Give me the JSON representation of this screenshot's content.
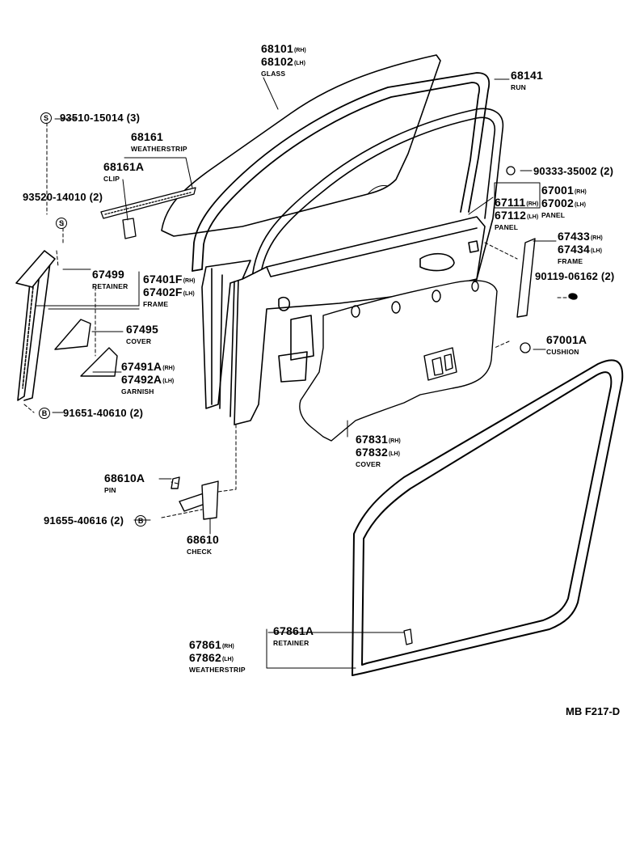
{
  "parts": {
    "glass": {
      "rh": "68101",
      "lh": "68102",
      "rh_sfx": "(RH)",
      "lh_sfx": "(LH)",
      "name": "GLASS"
    },
    "run": {
      "num": "68141",
      "name": "RUN"
    },
    "bolt_93510": {
      "sym": "S",
      "text": "93510-15014 (3)"
    },
    "weatherstrip_68161": {
      "num": "68161",
      "name": "WEATHERSTRIP"
    },
    "clip_68161a": {
      "num": "68161A",
      "name": "CLIP"
    },
    "bolt_93520": {
      "text": "93520-14010 (2)",
      "sym": "S"
    },
    "plug_90333": {
      "text": "90333-35002 (2)"
    },
    "panel_67001": {
      "rh": "67001",
      "lh": "67002",
      "rh_sfx": "(RH)",
      "lh_sfx": "(LH)",
      "name": "PANEL"
    },
    "panel_67111": {
      "rh": "67111",
      "lh": "67112",
      "rh_sfx": "(RH)",
      "lh_sfx": "(LH)",
      "name": "PANEL"
    },
    "frame_67433": {
      "rh": "67433",
      "lh": "67434",
      "rh_sfx": "(RH)",
      "lh_sfx": "(LH)",
      "name": "FRAME"
    },
    "retainer_67499": {
      "num": "67499",
      "name": "RETAINER"
    },
    "frame_67401f": {
      "rh": "67401F",
      "lh": "67402F",
      "rh_sfx": "(RH)",
      "lh_sfx": "(LH)",
      "name": "FRAME"
    },
    "bolt_90119": {
      "text": "90119-06162 (2)"
    },
    "cover_67495": {
      "num": "67495",
      "name": "COVER"
    },
    "cushion_67001a": {
      "num": "67001A",
      "name": "CUSHION"
    },
    "garnish_67491a": {
      "rh": "67491A",
      "lh": "67492A",
      "rh_sfx": "(RH)",
      "lh_sfx": "(LH)",
      "name": "GARNISH"
    },
    "bolt_91651": {
      "sym": "B",
      "text": "91651-40610 (2)"
    },
    "cover_67831": {
      "rh": "67831",
      "lh": "67832",
      "rh_sfx": "(RH)",
      "lh_sfx": "(LH)",
      "name": "COVER"
    },
    "pin_68610a": {
      "num": "68610A",
      "name": "PIN"
    },
    "bolt_91655": {
      "text": "91655-40616 (2)",
      "sym": "B"
    },
    "check_68610": {
      "num": "68610",
      "name": "CHECK"
    },
    "retainer_67861a": {
      "num": "67861A",
      "name": "RETAINER"
    },
    "weatherstrip_67861": {
      "rh": "67861",
      "lh": "67862",
      "rh_sfx": "(RH)",
      "lh_sfx": "(LH)",
      "name": "WEATHERSTRIP"
    }
  },
  "figure_code": "MB F217-D"
}
